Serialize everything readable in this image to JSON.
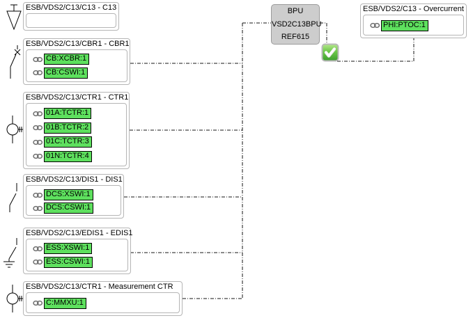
{
  "diagram": {
    "nodes": {
      "c13": {
        "title": "ESB/VDS2/C13/C13 - C13",
        "icon": "feeder-load-symbol",
        "chips": []
      },
      "cbr1": {
        "title": "ESB/VDS2/C13/CBR1 - CBR1",
        "icon": "circuit-breaker-symbol",
        "chips": [
          "CB:XCBR:1",
          "CB:CSWI:1"
        ]
      },
      "ctr1": {
        "title": "ESB/VDS2/C13/CTR1 - CTR1",
        "icon": "current-transformer-symbol",
        "chips": [
          "01A:TCTR:1",
          "01B:TCTR:2",
          "01C:TCTR:3",
          "01N:TCTR:4"
        ]
      },
      "dis1": {
        "title": "ESB/VDS2/C13/DIS1 - DIS1",
        "icon": "disconnector-symbol",
        "chips": [
          "DCS:XSWI:1",
          "DCS:CSWI:1"
        ]
      },
      "edis1": {
        "title": "ESB/VDS2/C13/EDIS1 - EDIS1",
        "icon": "earthing-switch-symbol",
        "chips": [
          "ESS:XSWI:1",
          "ESS:CSWI:1"
        ]
      },
      "mctr": {
        "title": "ESB/VDS2/C13/CTR1 - Measurement CTR",
        "icon": "current-transformer-symbol",
        "chips": [
          "C:MMXU:1"
        ]
      },
      "overcurrent": {
        "title": "ESB/VDS2/C13 - Overcurrent",
        "icon": "none",
        "chips": [
          "PHI:PTOC:1"
        ]
      }
    },
    "ied": {
      "lines": [
        "BPU",
        "VSD2C13BPU",
        "REF615"
      ]
    },
    "status": {
      "icon": "green-check-badge"
    },
    "chip_prefix_icon": "link-icon"
  },
  "colors": {
    "chip_green": "#5ee05e",
    "chip_border": "#000000",
    "node_fill": "#ffffff",
    "node_border": "#b5b5b5",
    "ied_fill": "#cdcdcd",
    "ied_border": "#9b9b9b",
    "wire": "#141414",
    "check_green": "#4fae35",
    "link_icon_gray": "#6e6e6e",
    "text": "#000000"
  }
}
